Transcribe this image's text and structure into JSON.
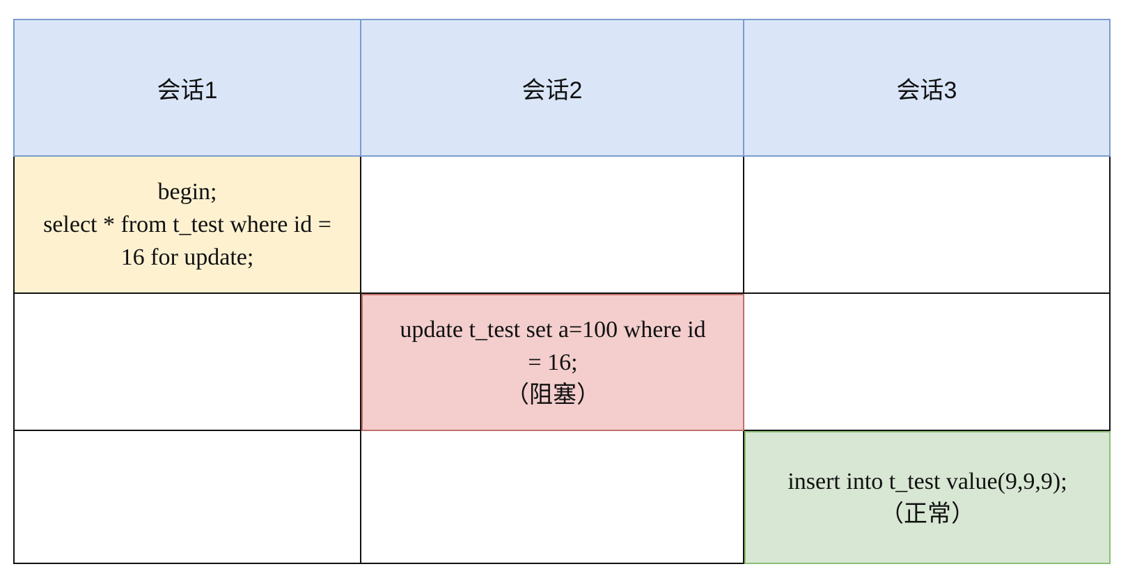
{
  "headers": [
    "会话1",
    "会话2",
    "会话3"
  ],
  "rows": [
    {
      "session1": [
        "begin;",
        "select * from t_test where id =",
        "16 for update;"
      ]
    },
    {
      "session2": [
        "update t_test set a=100 where id",
        "= 16;",
        "（阻塞）"
      ]
    },
    {
      "session3": [
        "insert into t_test value(9,9,9);",
        "（正常）"
      ]
    }
  ],
  "colors": {
    "header_fill": "#dae6f8",
    "session1_fill": "#fdf1d0",
    "session2_fill": "#f3cecd",
    "session3_fill": "#d8e7d3"
  }
}
